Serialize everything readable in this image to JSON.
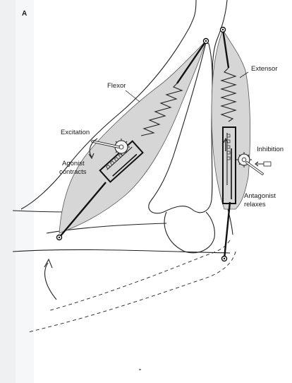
{
  "figure": {
    "panel_letter": "A",
    "labels": {
      "flexor": "Flexor",
      "extensor": "Extensor",
      "excitation": "Excitation",
      "agonist_line1": "Agonist",
      "agonist_line2": "contracts",
      "inhibition": "Inhibition",
      "antagonist_line1": "Antagonist",
      "antagonist_line2": "relaxes"
    }
  },
  "colors": {
    "muscle_fill": "#d6d6d6",
    "page_shadow": "#eef0f2",
    "line": "#222222"
  }
}
